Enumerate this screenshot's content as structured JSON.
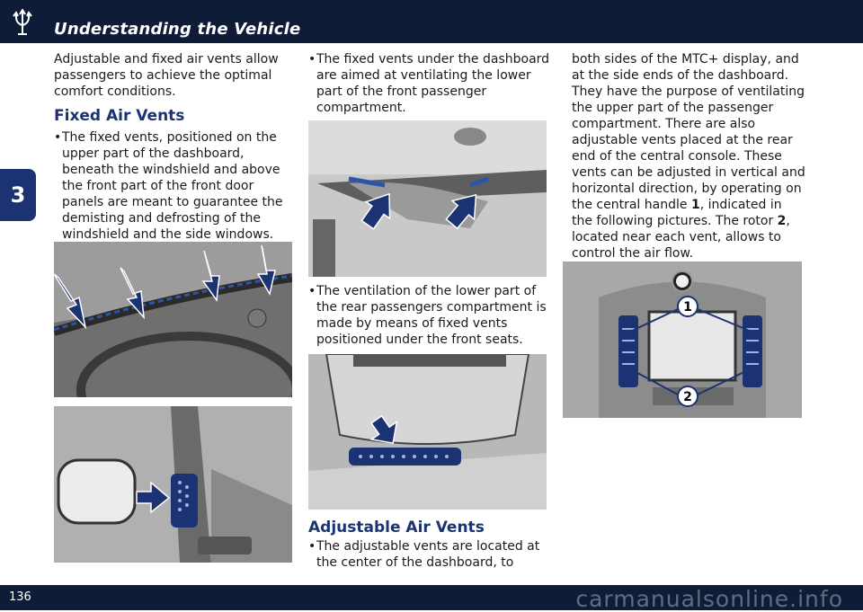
{
  "header": {
    "title": "Understanding the Vehicle",
    "logo_icon": "trident-logo-icon"
  },
  "chapter": {
    "number": "3"
  },
  "column1": {
    "intro": "Adjustable and fixed air vents allow passengers to achieve the optimal comfort conditions.",
    "heading": "Fixed Air Vents",
    "bullet1": "The fixed vents, positioned on the upper part of the dashboard, beneath the windshield and above the front part of the front door panels are meant to guarantee the demisting and defrosting of the windshield and the side windows."
  },
  "column2": {
    "bullet1": "The fixed vents under the dashboard are aimed at ventilating the lower part of the front passenger compartment.",
    "bullet2": "The ventilation of the lower part of the rear passengers compartment is made by means of fixed vents positioned under the front seats.",
    "heading": "Adjustable Air Vents",
    "bullet3": "The adjustable vents are located at the center of the dashboard, to"
  },
  "column3": {
    "text_part1": "both sides of the MTC+ display, and at the side ends of the dashboard. They have the purpose of ventilating the upper part of the passenger compartment. There are also adjustable vents placed at the rear end of the central console. These vents can be adjusted in vertical and horizontal direction, by operating on the central handle ",
    "num1": "1",
    "text_part2": ", indicated in the following pictures. The rotor ",
    "num2": "2",
    "text_part3": ", located near each vent, allows to control the air flow.",
    "callout1": "1",
    "callout2": "2"
  },
  "footer": {
    "page_number": "136",
    "watermark": "carmanualsonline.info"
  },
  "colors": {
    "header_bg": "#0f1c38",
    "accent": "#1b3372",
    "arrow": "#1b3372"
  }
}
